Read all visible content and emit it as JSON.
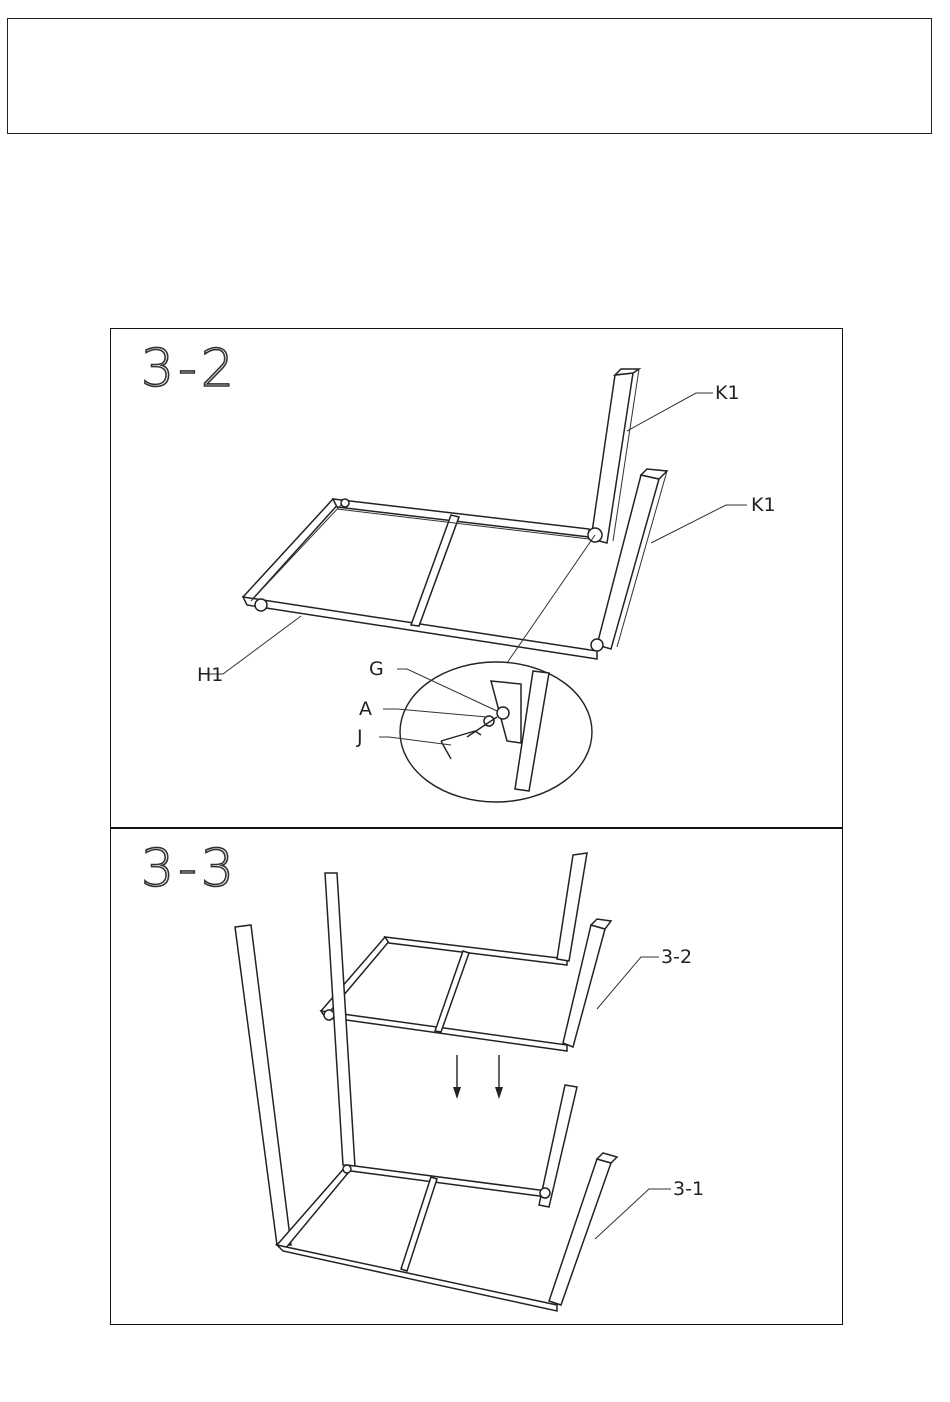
{
  "header": {
    "text": ""
  },
  "steps": [
    {
      "label": "3-2",
      "parts": {
        "leg_top": "K1",
        "leg_side": "K1",
        "frame": "H1",
        "washer": "G",
        "bolt": "A",
        "key": "J"
      }
    },
    {
      "label": "3-3",
      "parts": {
        "upper": "3-2",
        "lower": "3-1"
      }
    }
  ]
}
